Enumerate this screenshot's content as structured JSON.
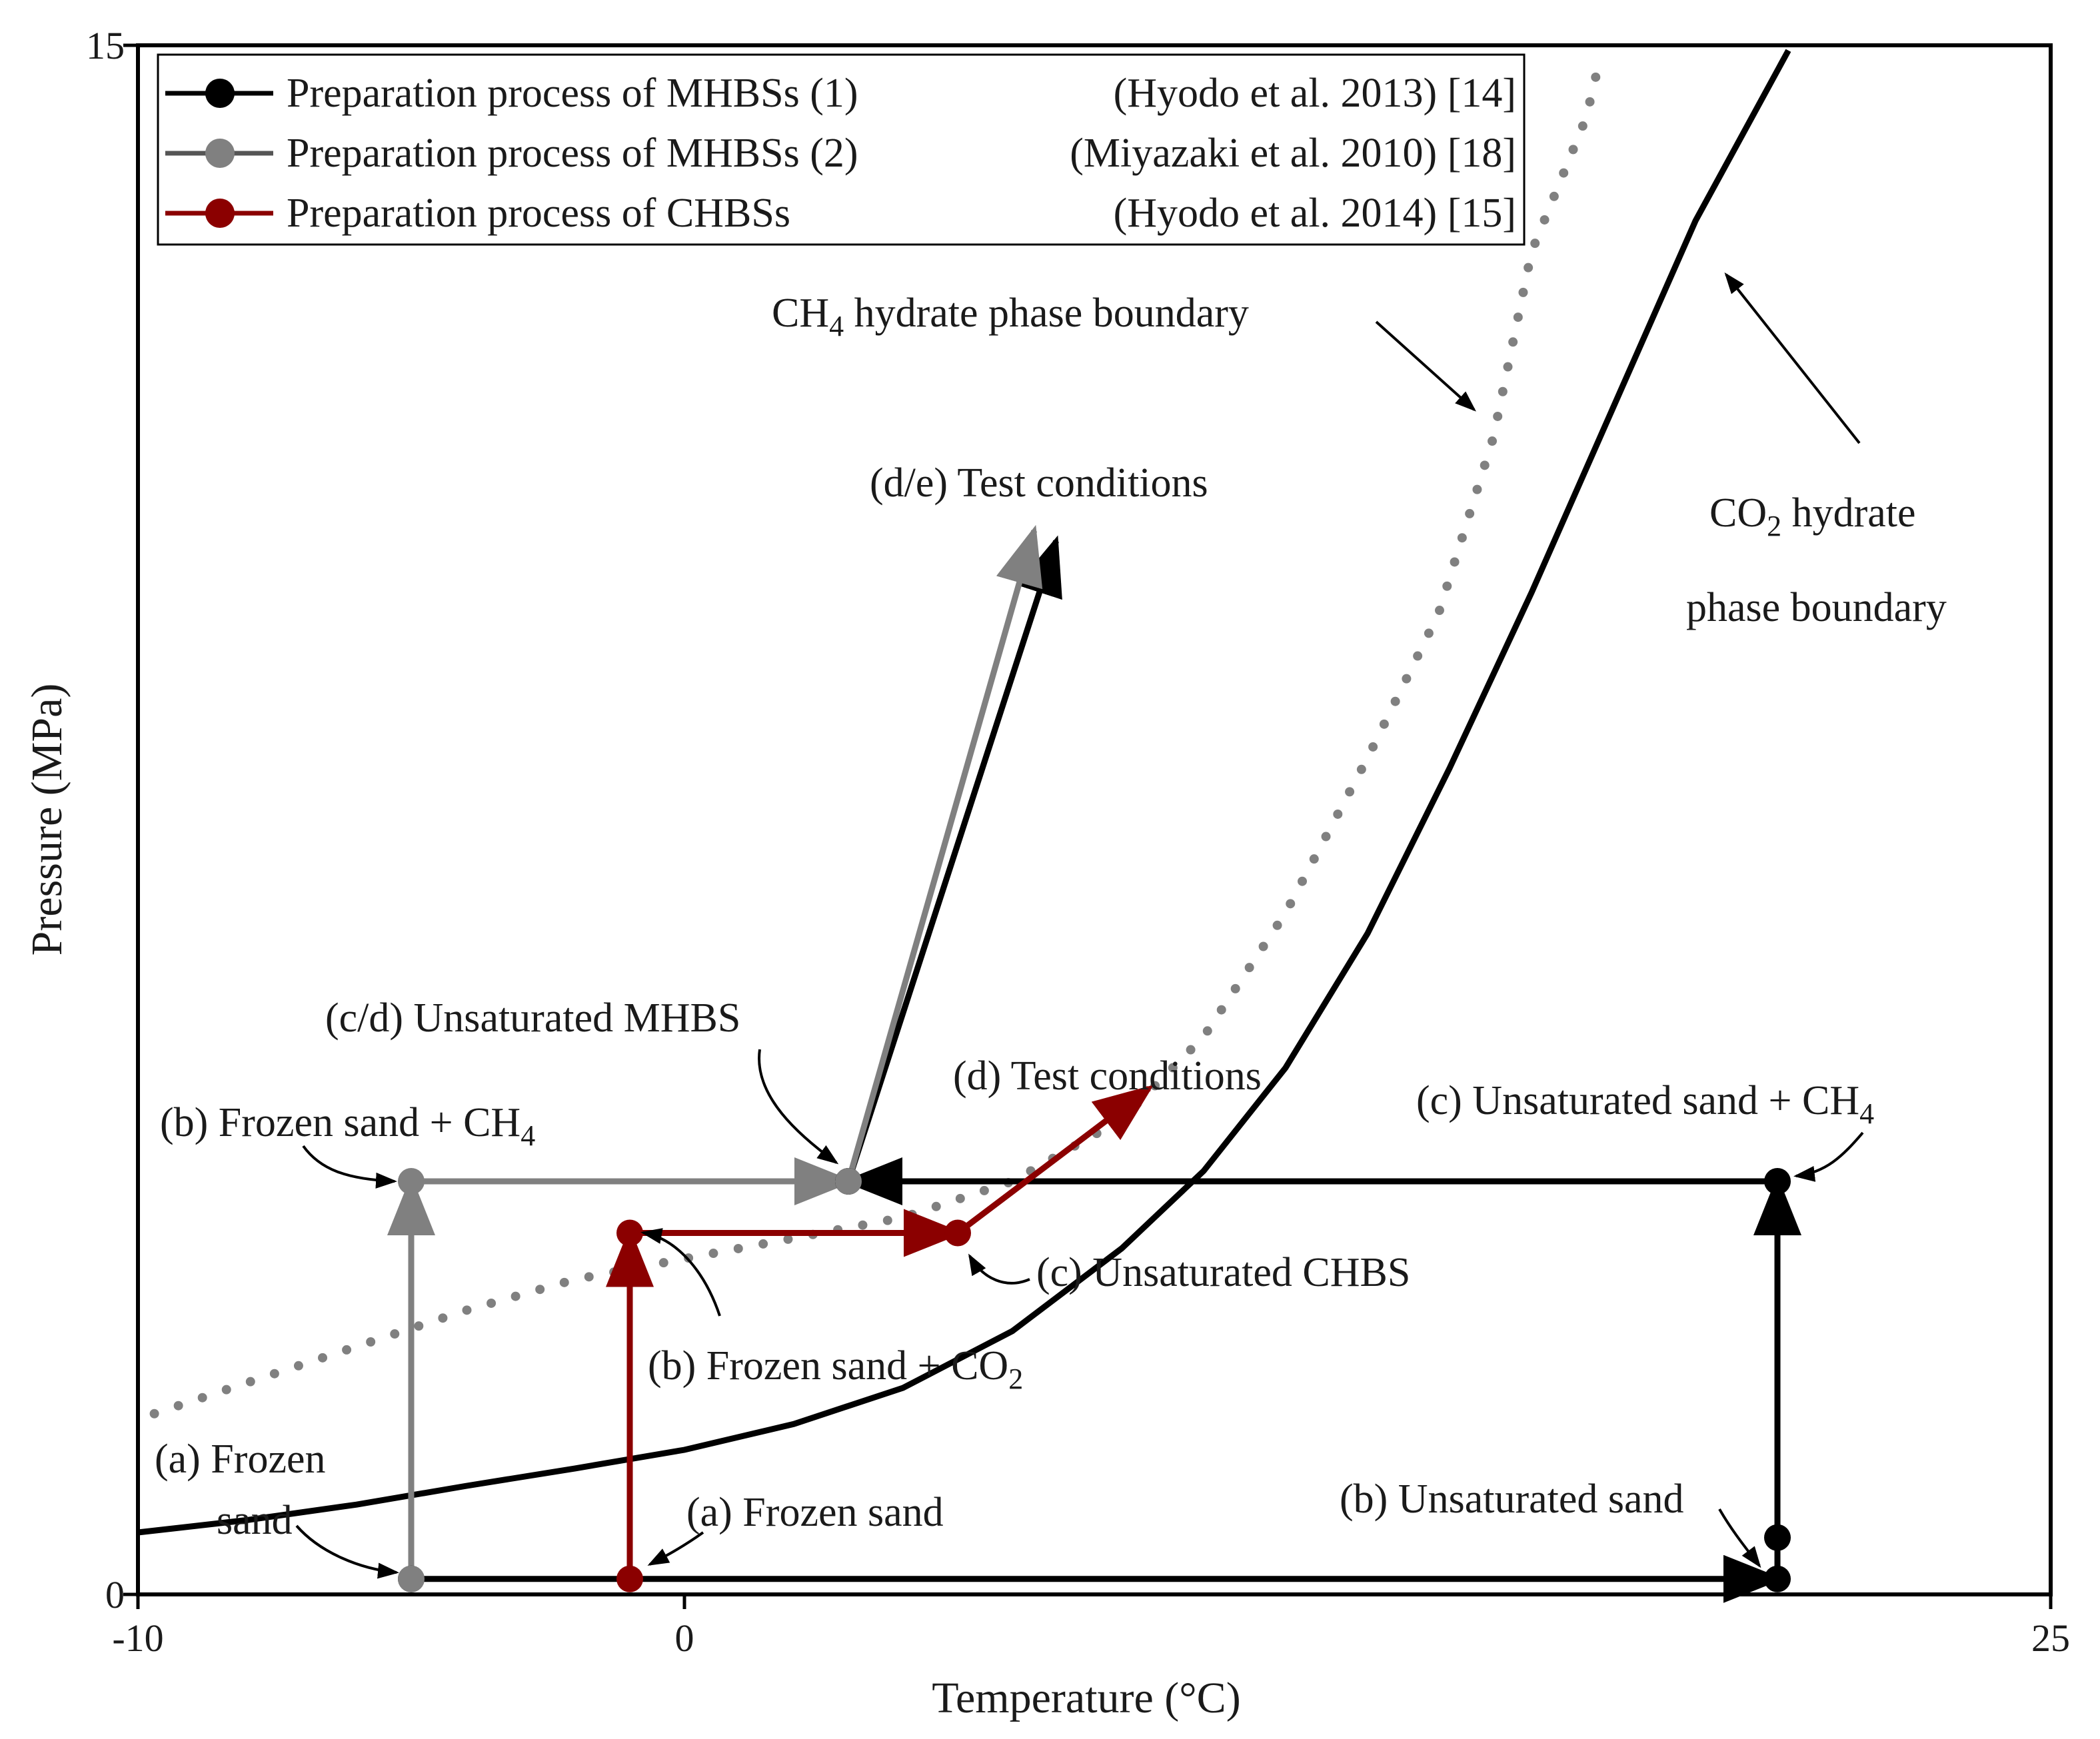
{
  "chart_data": {
    "type": "line",
    "title": "",
    "xlabel": "Temperature (°C)",
    "ylabel": "Pressure (MPa)",
    "xlim": [
      -10,
      25
    ],
    "ylim": [
      0,
      15
    ],
    "x_ticks": [
      {
        "v": -10,
        "label": "-10"
      },
      {
        "v": 0,
        "label": "0"
      },
      {
        "v": 25,
        "label": "25"
      }
    ],
    "y_ticks": [
      {
        "v": 0,
        "label": "0"
      },
      {
        "v": 15,
        "label": "15"
      }
    ],
    "grid": false,
    "legend_position": "top-left",
    "legend": [
      {
        "name": "Preparation process of MHBSs (1)",
        "ref": "(Hyodo et al. 2013) [14]",
        "color": "#000000"
      },
      {
        "name": "Preparation process of MHBSs (2)",
        "ref": "(Miyazaki et al. 2010) [18]",
        "color": "#808080"
      },
      {
        "name": "Preparation process of CHBSs",
        "ref": "(Hyodo et al. 2014) [15]",
        "color": "#8b0000"
      }
    ],
    "boundaries": [
      {
        "name": "CH4 hydrate phase boundary",
        "style": "dotted",
        "color": "#808080",
        "points": [
          [
            -9.7,
            1.75
          ],
          [
            -8,
            2.05
          ],
          [
            -6,
            2.4
          ],
          [
            -4,
            2.75
          ],
          [
            -2,
            3.05
          ],
          [
            0,
            3.25
          ],
          [
            2,
            3.45
          ],
          [
            4,
            3.65
          ],
          [
            6,
            4.0
          ],
          [
            8,
            4.6
          ],
          [
            9.5,
            5.4
          ],
          [
            11,
            6.6
          ],
          [
            12.5,
            8.1
          ],
          [
            13.8,
            9.5
          ],
          [
            14.8,
            11.2
          ],
          [
            15.5,
            13.0
          ],
          [
            16.5,
            14.3
          ],
          [
            16.7,
            14.75
          ]
        ]
      },
      {
        "name": "CO2 hydrate phase boundary",
        "style": "solid",
        "color": "#000000",
        "points": [
          [
            -10,
            0.6
          ],
          [
            -8,
            0.72
          ],
          [
            -6,
            0.87
          ],
          [
            -4,
            1.05
          ],
          [
            -2,
            1.22
          ],
          [
            0,
            1.4
          ],
          [
            2,
            1.65
          ],
          [
            4,
            2.0
          ],
          [
            6,
            2.55
          ],
          [
            8,
            3.35
          ],
          [
            9.5,
            4.1
          ],
          [
            11,
            5.1
          ],
          [
            12.5,
            6.4
          ],
          [
            14,
            8.0
          ],
          [
            15.5,
            9.7
          ],
          [
            17,
            11.5
          ],
          [
            18.5,
            13.3
          ],
          [
            20.2,
            14.95
          ]
        ]
      }
    ],
    "series": [
      {
        "name": "Preparation process of MHBSs (1)",
        "color": "#000000",
        "points": [
          [
            -5,
            0.15
          ],
          [
            20,
            0.15
          ],
          [
            20,
            0.55
          ],
          [
            20,
            4.0
          ],
          [
            3,
            4.0
          ],
          [
            3,
            4.0
          ]
        ],
        "arrows": [
          [
            [
              -5,
              0.15
            ],
            [
              20,
              0.15
            ]
          ],
          [
            [
              20,
              0.15
            ],
            [
              20,
              4.0
            ]
          ],
          [
            [
              20,
              4.0
            ],
            [
              3,
              4.0
            ]
          ],
          [
            [
              3,
              4.0
            ],
            [
              6.8,
              10.2
            ]
          ]
        ]
      },
      {
        "name": "Preparation process of MHBSs (2)",
        "color": "#808080",
        "points": [
          [
            -5,
            0.15
          ],
          [
            -5,
            4.0
          ],
          [
            3,
            4.0
          ]
        ],
        "arrows": [
          [
            [
              -5,
              0.15
            ],
            [
              -5,
              4.0
            ]
          ],
          [
            [
              -5,
              4.0
            ],
            [
              3,
              4.0
            ]
          ],
          [
            [
              3,
              4.0
            ],
            [
              6.4,
              10.3
            ]
          ]
        ]
      },
      {
        "name": "Preparation process of CHBSs",
        "color": "#8b0000",
        "points": [
          [
            -1,
            0.15
          ],
          [
            -1,
            3.5
          ],
          [
            5,
            3.5
          ]
        ],
        "arrows": [
          [
            [
              -1,
              0.15
            ],
            [
              -1,
              3.5
            ]
          ],
          [
            [
              -1,
              3.5
            ],
            [
              5,
              3.5
            ]
          ],
          [
            [
              5,
              3.5
            ],
            [
              8.5,
              4.9
            ]
          ]
        ]
      }
    ],
    "annotations": [
      {
        "text": "CH",
        "sub": "4",
        "rest": " hydrate phase boundary"
      },
      {
        "text": "CO",
        "sub": "2",
        "rest": " hydrate"
      },
      {
        "text": "phase boundary"
      },
      {
        "text": "(d/e) Test conditions"
      },
      {
        "text": "(c/d) Unsaturated MHBS"
      },
      {
        "text": "(d) Test conditions"
      },
      {
        "text": "(b) Frozen sand + CH",
        "sub": "4"
      },
      {
        "text": "(c) Unsaturated sand + CH",
        "sub": "4"
      },
      {
        "text": "(c) Unsaturated CHBS"
      },
      {
        "text": "(b) Frozen sand + CO",
        "sub": "2"
      },
      {
        "text": "(a) Frozen"
      },
      {
        "text": "sand"
      },
      {
        "text": "(a) Frozen sand"
      },
      {
        "text": "(b) Unsaturated sand"
      }
    ]
  }
}
